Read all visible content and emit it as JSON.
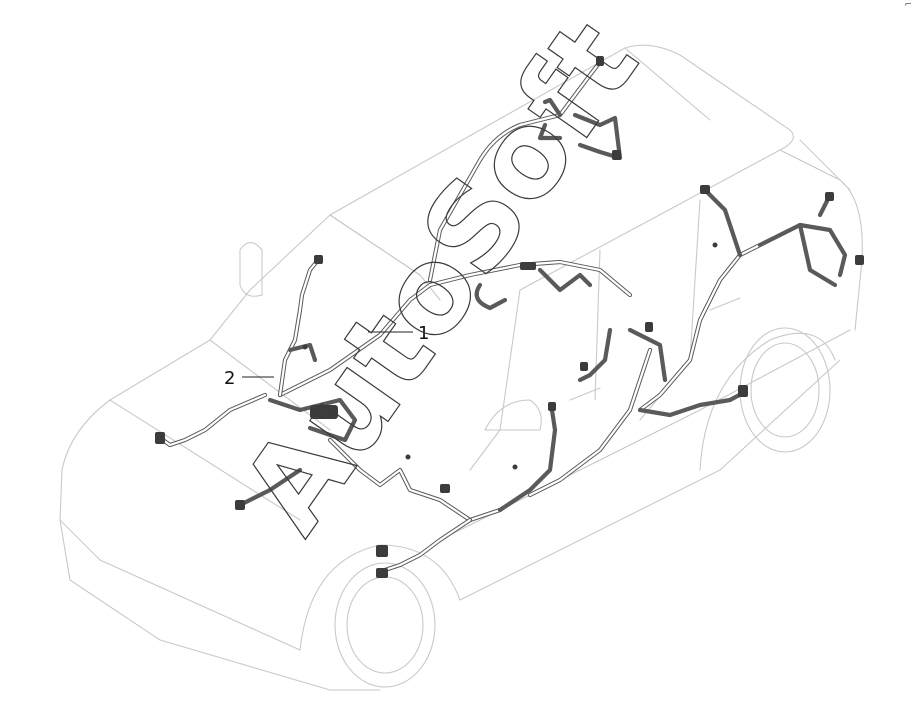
{
  "diagram": {
    "callouts": [
      {
        "id": "1",
        "label": "1"
      },
      {
        "id": "2",
        "label": "2"
      }
    ],
    "watermark": "AutoSoft",
    "colors": {
      "body_outline": "#c9c9c9",
      "harness": "#5a5a5a",
      "text": "#111111"
    }
  }
}
